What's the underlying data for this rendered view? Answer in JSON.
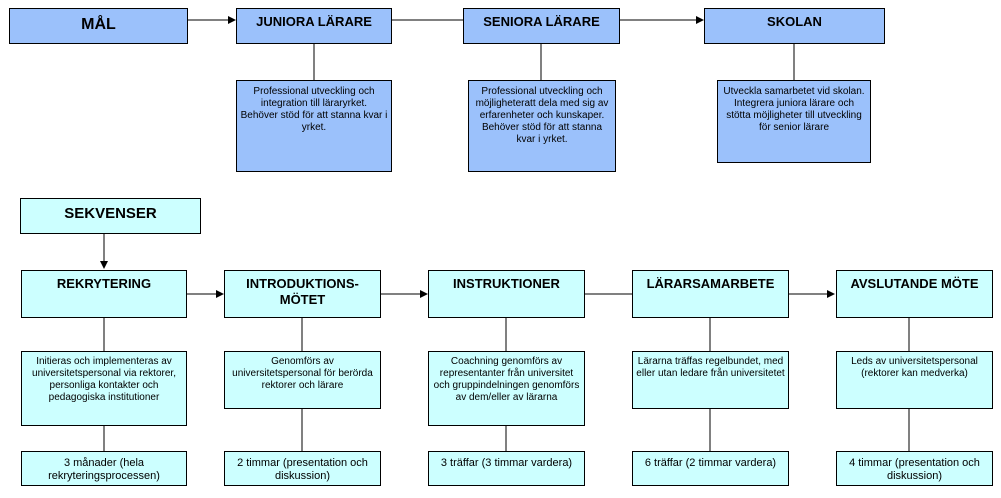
{
  "goals": {
    "mal": "MÅL",
    "juniora": "JUNIORA LÄRARE",
    "seniora": "SENIORA LÄRARE",
    "skolan": "SKOLAN",
    "juniora_desc": "Professional utveckling och integration till läraryrket.\nBehöver stöd för att stanna kvar i yrket.",
    "seniora_desc": "Professional utveckling och möjligheteratt dela med sig av erfarenheter och kunskaper.\nBehöver stöd för att stanna kvar i yrket.",
    "skolan_desc": "Utveckla samarbetet vid skolan.\nIntegrera juniora lärare och stötta möjligheter till utveckling för senior lärare"
  },
  "sequence": {
    "title": "SEKVENSER",
    "steps": [
      {
        "title": "REKRYTERING",
        "desc": "Initieras och implementeras av universitetspersonal via rektorer, personliga kontakter och pedagogiska institutioner",
        "duration": "3 månader (hela rekryteringsprocessen)"
      },
      {
        "title": "INTRODUKTIONS-\nMÖTET",
        "desc": "Genomförs av universitetspersonal för berörda rektorer och lärare",
        "duration": "2 timmar (presentation och diskussion)"
      },
      {
        "title": "INSTRUKTIONER",
        "desc": "Coachning genomförs av representanter från universitet och gruppindelningen genomförs av dem/eller av lärarna",
        "duration": "3 träffar (3 timmar vardera)"
      },
      {
        "title": "LÄRARSAMARBETE",
        "desc": "Lärarna träffas regelbundet, med eller utan ledare från universitetet",
        "duration": "6 träffar (2 timmar vardera)"
      },
      {
        "title": "AVSLUTANDE MÖTE",
        "desc": "Leds av universitetspersonal (rektorer kan medverka)",
        "duration": "4 timmar (presentation och diskussion)"
      }
    ]
  }
}
